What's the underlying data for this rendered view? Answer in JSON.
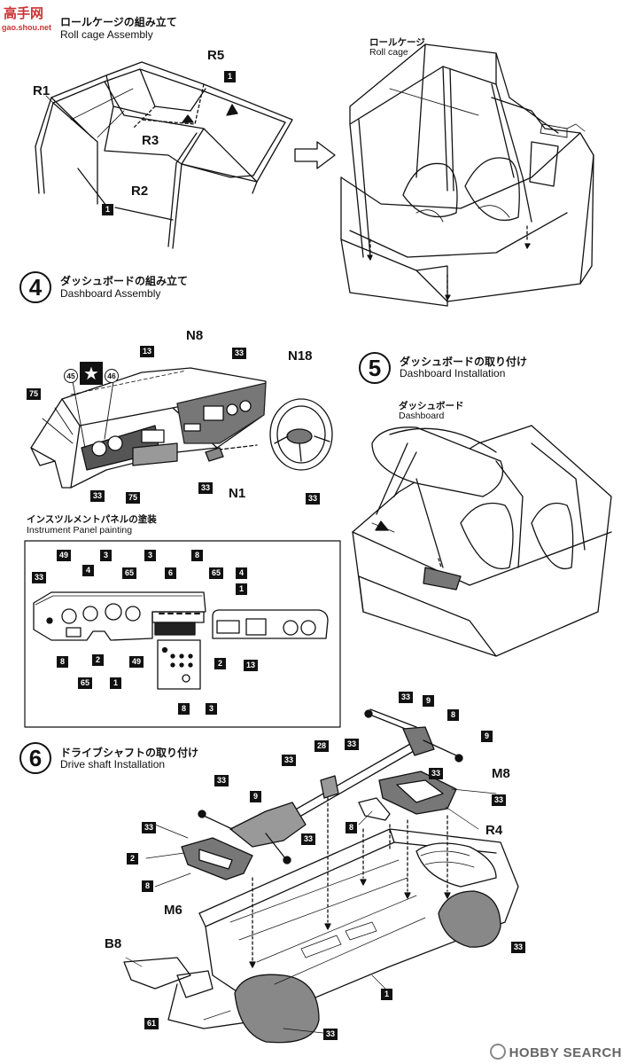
{
  "watermark": {
    "cn": "高手网",
    "url": "gao.shou.net"
  },
  "sec3": {
    "title_jp": "ロールケージの組み立て",
    "title_en": "Roll cage Assembly"
  },
  "sec3_parts": {
    "r1": "R1",
    "r2": "R2",
    "r3": "R3",
    "r5": "R5",
    "b1": "1",
    "b2": "1"
  },
  "roll_cage_note": {
    "jp": "ロールケージ",
    "en": "Roll cage"
  },
  "sec4": {
    "num": "4",
    "title_jp": "ダッシュボードの組み立て",
    "title_en": "Dashboard Assembly"
  },
  "sec4_parts": {
    "n8": "N8",
    "n18": "N18",
    "n1": "N1",
    "p13": "13",
    "p33a": "33",
    "p45": "45",
    "p46": "46",
    "p75a": "75",
    "p75b": "75",
    "p33b": "33",
    "p33c": "33",
    "p33d": "33",
    "star": "★"
  },
  "sec5": {
    "num": "5",
    "title_jp": "ダッシュボードの取り付け",
    "title_en": "Dashboard Installation"
  },
  "dashboard_note": {
    "jp": "ダッシュボード",
    "en": "Dashboard"
  },
  "panel": {
    "title_jp": "インスツルメントパネルの塗装",
    "title_en": "Instrument Panel painting"
  },
  "panel_labels": {
    "c49a": "49",
    "c33": "33",
    "b4a": "4",
    "b3a": "3",
    "c65a": "65",
    "b3b": "3",
    "b6": "6",
    "b8a": "8",
    "c65b": "65",
    "b4b": "4",
    "b1a": "1",
    "b8b": "8",
    "b2a": "2",
    "c49b": "49",
    "b1b": "1",
    "c65c": "65",
    "b2b": "2",
    "b13": "13",
    "b8c": "8",
    "b3c": "3"
  },
  "sec6": {
    "num": "6",
    "title_jp": "ドライブシャフトの取り付け",
    "title_en": "Drive shaft Installation"
  },
  "sec6_parts": {
    "p33a": "33",
    "p9a": "9",
    "p8a": "8",
    "p9b": "9",
    "p33b": "33",
    "p28": "28",
    "p33c": "33",
    "p33d": "33",
    "m8": "M8",
    "p33e": "33",
    "p33f": "33",
    "p9c": "9",
    "p33g": "33",
    "p33h": "33",
    "p8b": "8",
    "r4": "R4",
    "p2": "2",
    "p8c": "8",
    "m6": "M6",
    "b8": "B8",
    "p33i": "33",
    "p1": "1",
    "p61": "61",
    "p33j": "33"
  },
  "footer": {
    "brand": "HOBBY SEARCH"
  }
}
